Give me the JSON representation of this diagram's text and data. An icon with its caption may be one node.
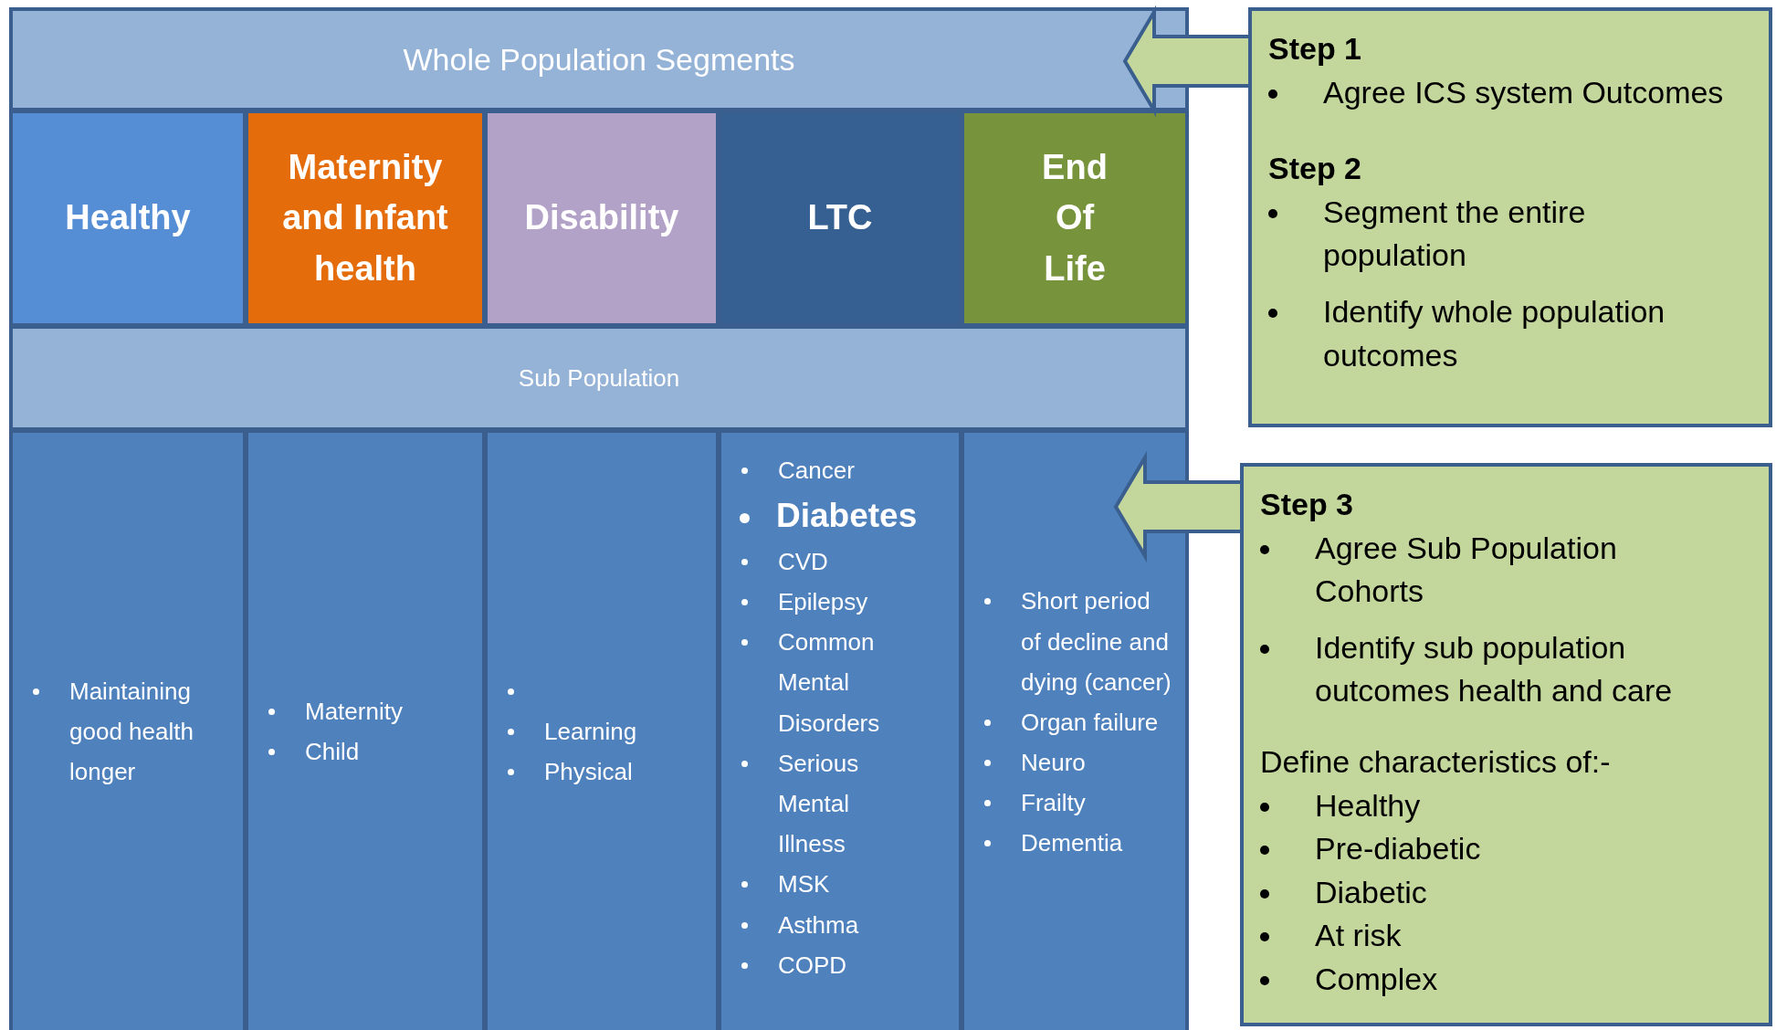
{
  "diagram": {
    "nodes": [
      {
        "text": [
          "Whole Population Segments"
        ]
      },
      {
        "text": [
          "Healthy"
        ]
      },
      {
        "text": [
          "Maternity and Infant health"
        ]
      },
      {
        "text": [
          "Disability"
        ]
      },
      {
        "text": [
          "LTC"
        ]
      },
      {
        "text": [
          "End Of Life"
        ]
      },
      {
        "text": [
          "Sub Population"
        ]
      },
      {
        "text": [
          "Maintaining good health longer"
        ]
      },
      {
        "text": [
          "Maternity",
          "Child"
        ]
      },
      {
        "text": [
          "Learning",
          "Physical"
        ]
      },
      {
        "text": [
          "Cancer",
          "Diabetes",
          "CVD",
          "Epilepsy",
          "Common Mental Disorders",
          "Serious Mental Illness",
          "MSK",
          "Asthma",
          "COPD"
        ]
      },
      {
        "text": [
          "Short period of decline and dying (cancer)",
          "Organ failure",
          "Neuro",
          "Frailty",
          "Dementia"
        ]
      },
      {
        "text": [
          "Step 1",
          "Agree ICS system Outcomes",
          "Step 2",
          "Segment the entire population",
          "Identify whole population outcomes"
        ]
      },
      {
        "text": [
          "Step 3",
          "Agree Sub Population Cohorts",
          "Identify sub population outcomes health and care",
          "Define characteristics of:-",
          "Healthy",
          "Pre-diabetic",
          "Diabetic",
          "At risk",
          "Complex"
        ]
      }
    ],
    "edges": [
      {
        "from": 12,
        "to": 0,
        "arrow": "to"
      },
      {
        "from": 13,
        "to": 11,
        "arrow": "to"
      }
    ]
  }
}
